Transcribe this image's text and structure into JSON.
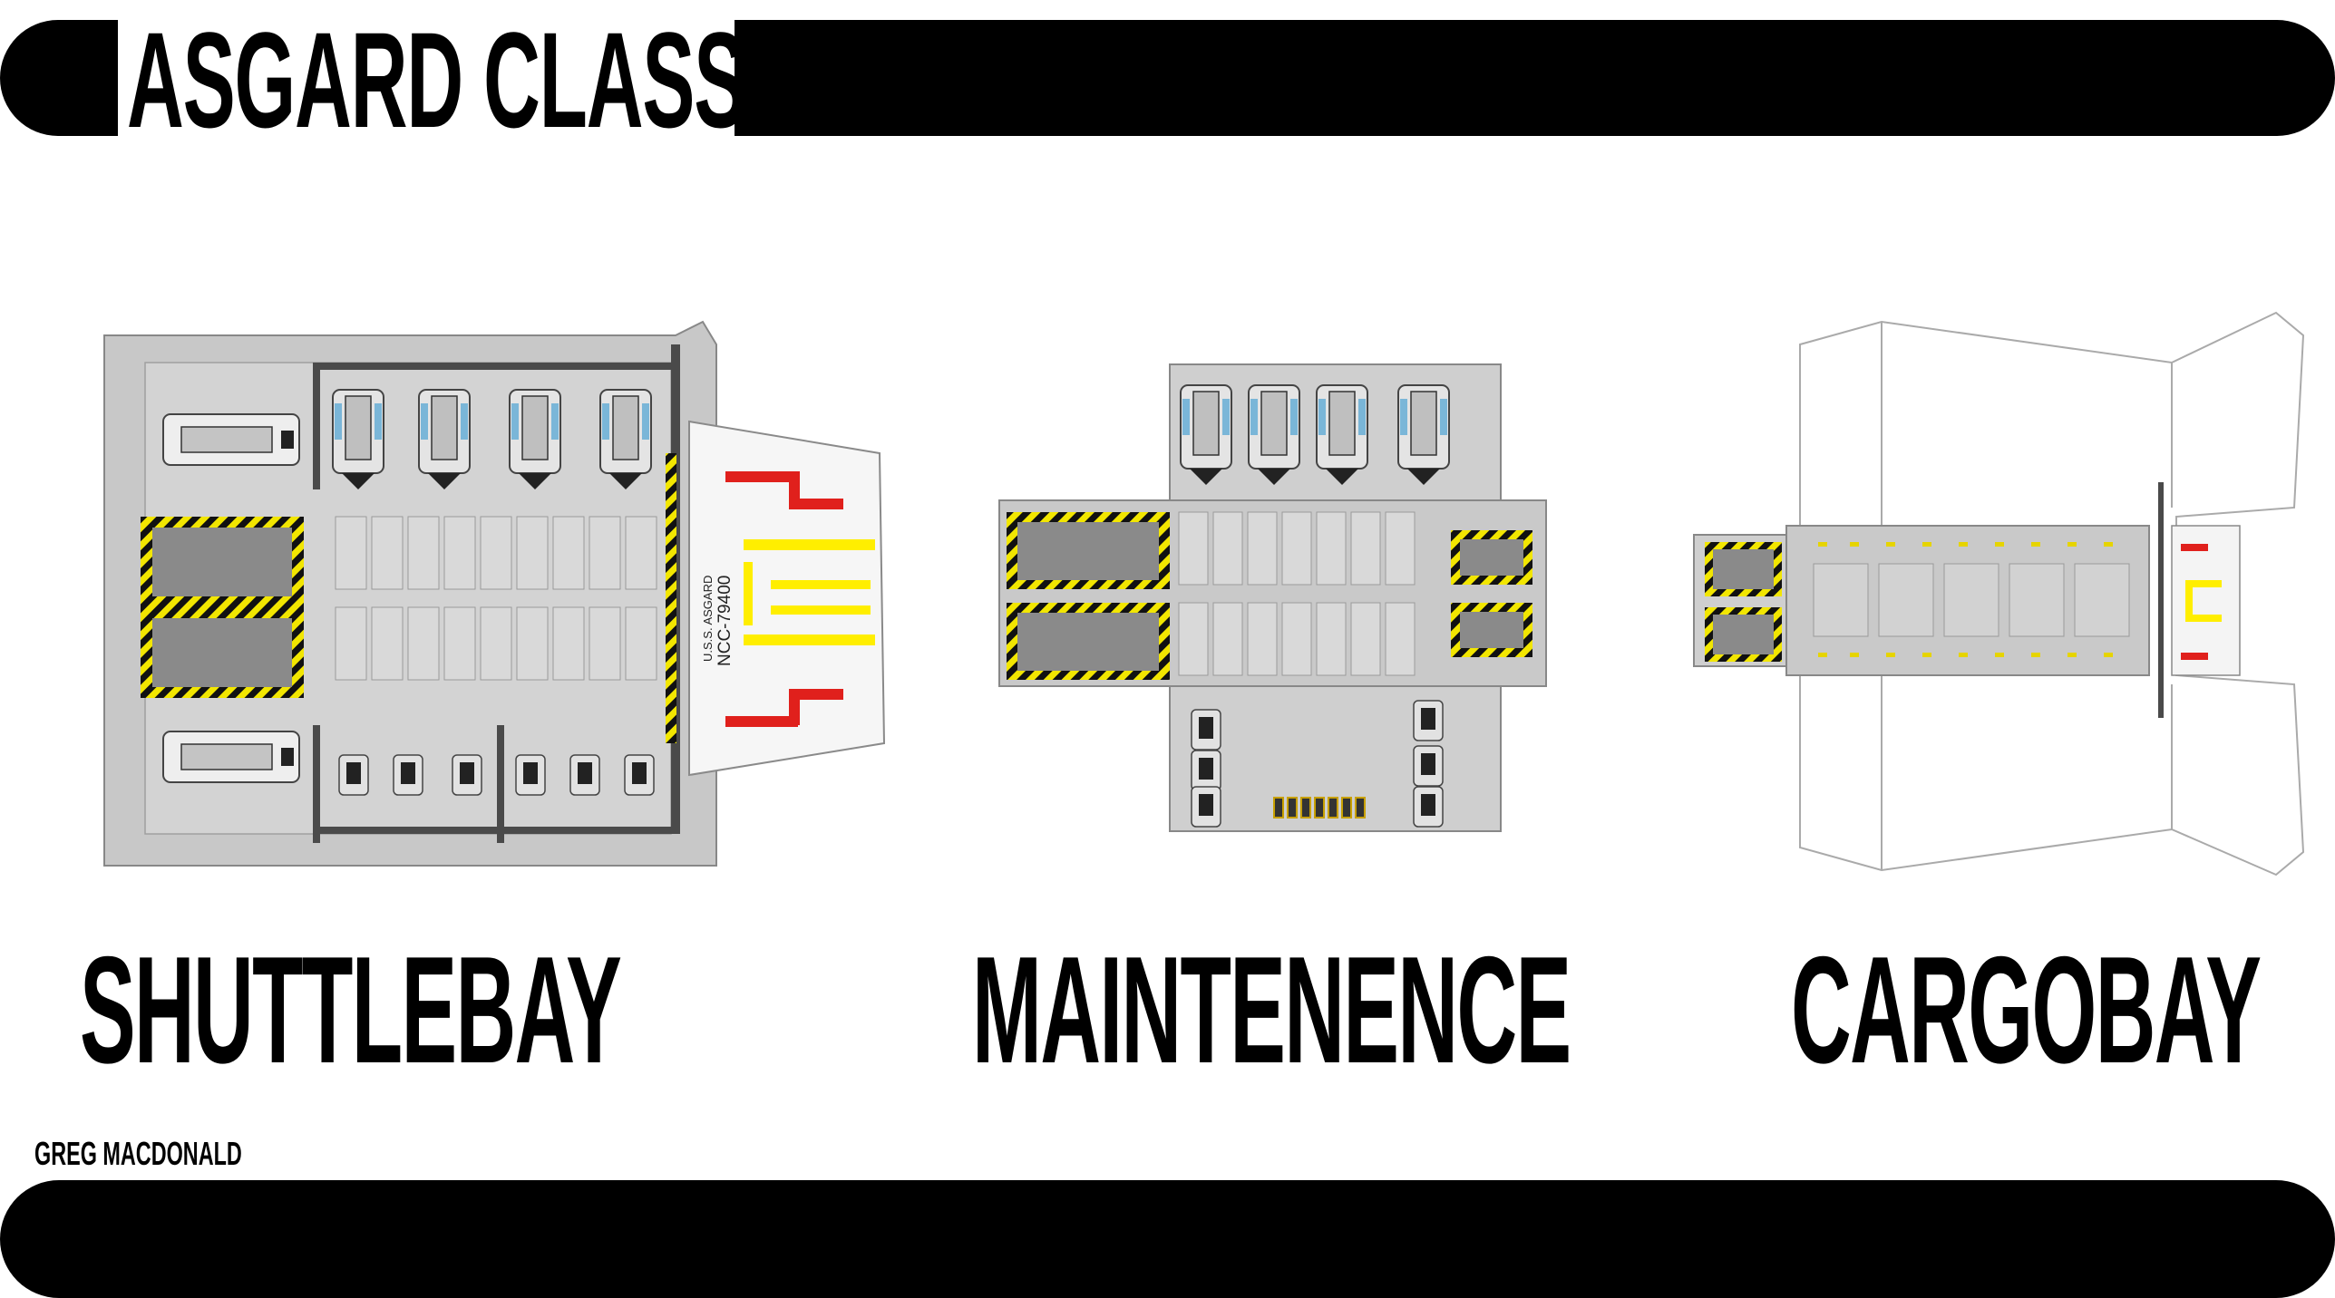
{
  "header": {
    "title": "ASGARD CLASS"
  },
  "sections": [
    {
      "id": "shuttlebay",
      "label": "SHUTTLEBAY"
    },
    {
      "id": "maintenance",
      "label": "MAINTENENCE"
    },
    {
      "id": "cargobay",
      "label": "CARGOBAY"
    }
  ],
  "deck_marking": {
    "line1": "U.S.S. ASGARD",
    "line2": "NCC-79400"
  },
  "credit": "GREG MACDONALD",
  "colors": {
    "hull": "#c8c8c8",
    "panel": "#d6d6d6",
    "dark_panel": "#8a8a8a",
    "wall": "#4a4a4a",
    "hazard_yellow": "#f2e600",
    "marking_red": "#e0201c",
    "marking_yellow": "#ffee00",
    "outline": "#9a9a9a"
  }
}
